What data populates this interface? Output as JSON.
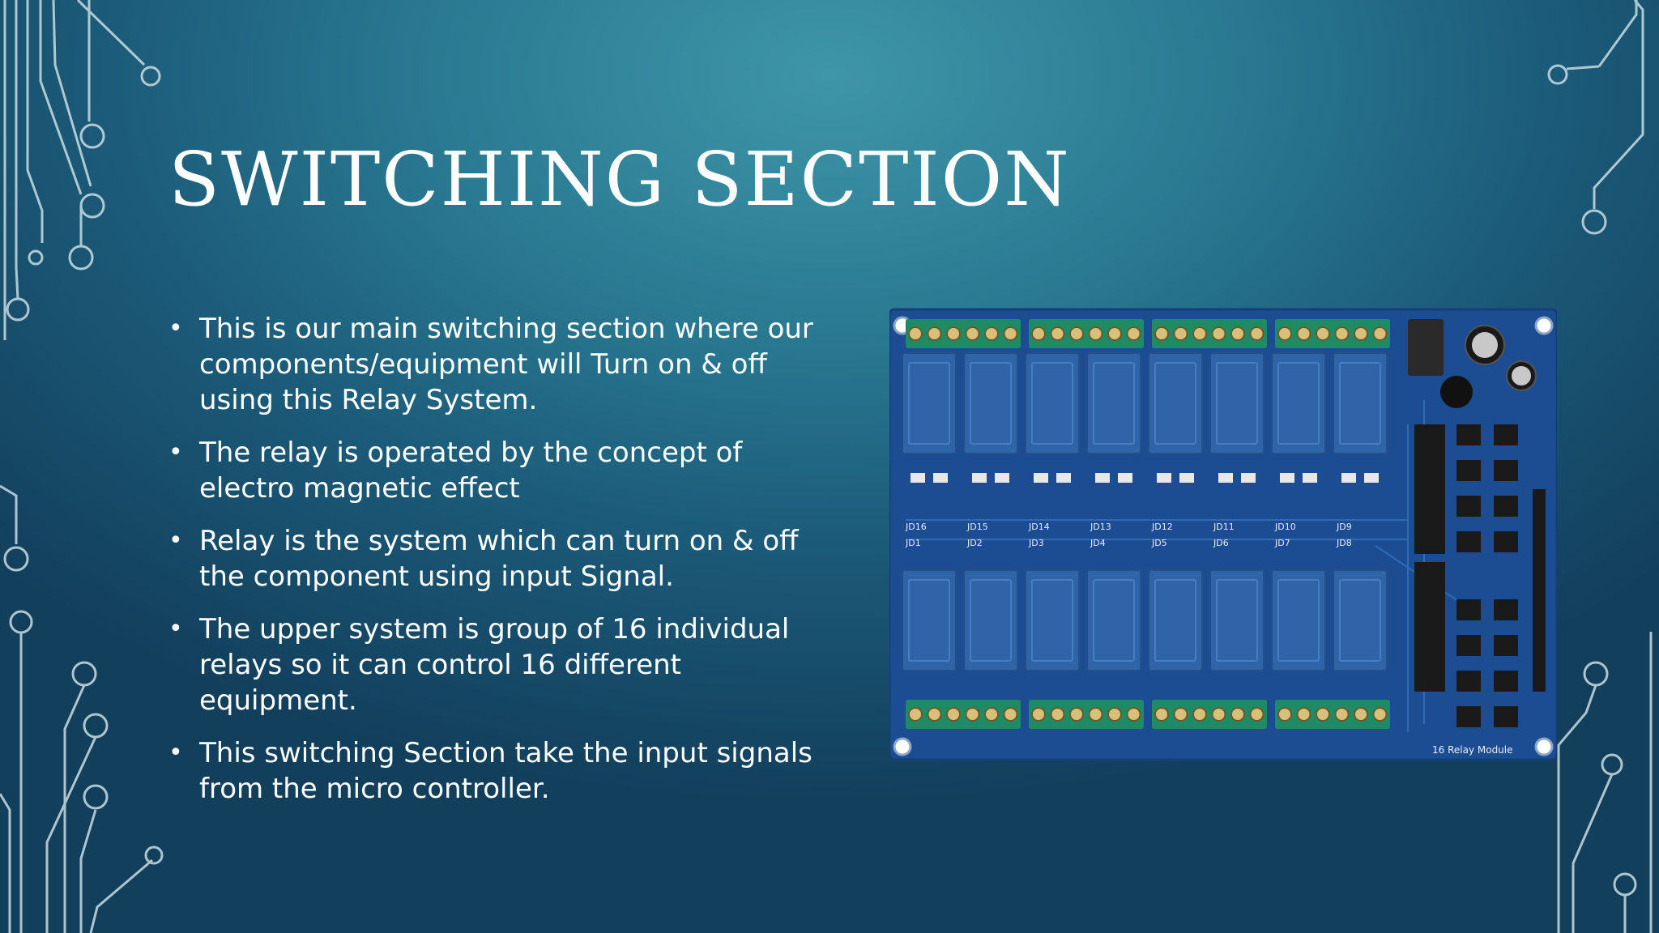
{
  "slide": {
    "title": "SWITCHING SECTION",
    "bullets": [
      "This is our main switching section where our components/equipment will Turn on & off using this Relay System.",
      "The relay is operated by the concept of electro magnetic effect",
      "Relay is the system which can turn on & off the component using input Signal.",
      "The upper system is group of 16 individual relays so it can control 16 different equipment.",
      "This switching Section take the input signals from the micro controller."
    ],
    "bullet_glyph": "•"
  },
  "colors": {
    "background_top": "#3f96a8",
    "background_bottom": "#123f5c",
    "text": "#ffffff",
    "circuit_lines": "#c9dde3",
    "board_pcb": "#1c4d93",
    "relay_body": "#2f64a8",
    "terminal_green": "#1f8a66"
  },
  "image": {
    "icon": "relay-board-image",
    "board_label": "16 Relay Module",
    "relay_labels": [
      "JD16",
      "JD15",
      "JD14",
      "JD13",
      "JD12",
      "JD11",
      "JD10",
      "JD9",
      "JD1",
      "JD2",
      "JD3",
      "JD4",
      "JD5",
      "JD6",
      "JD7",
      "JD8"
    ]
  }
}
